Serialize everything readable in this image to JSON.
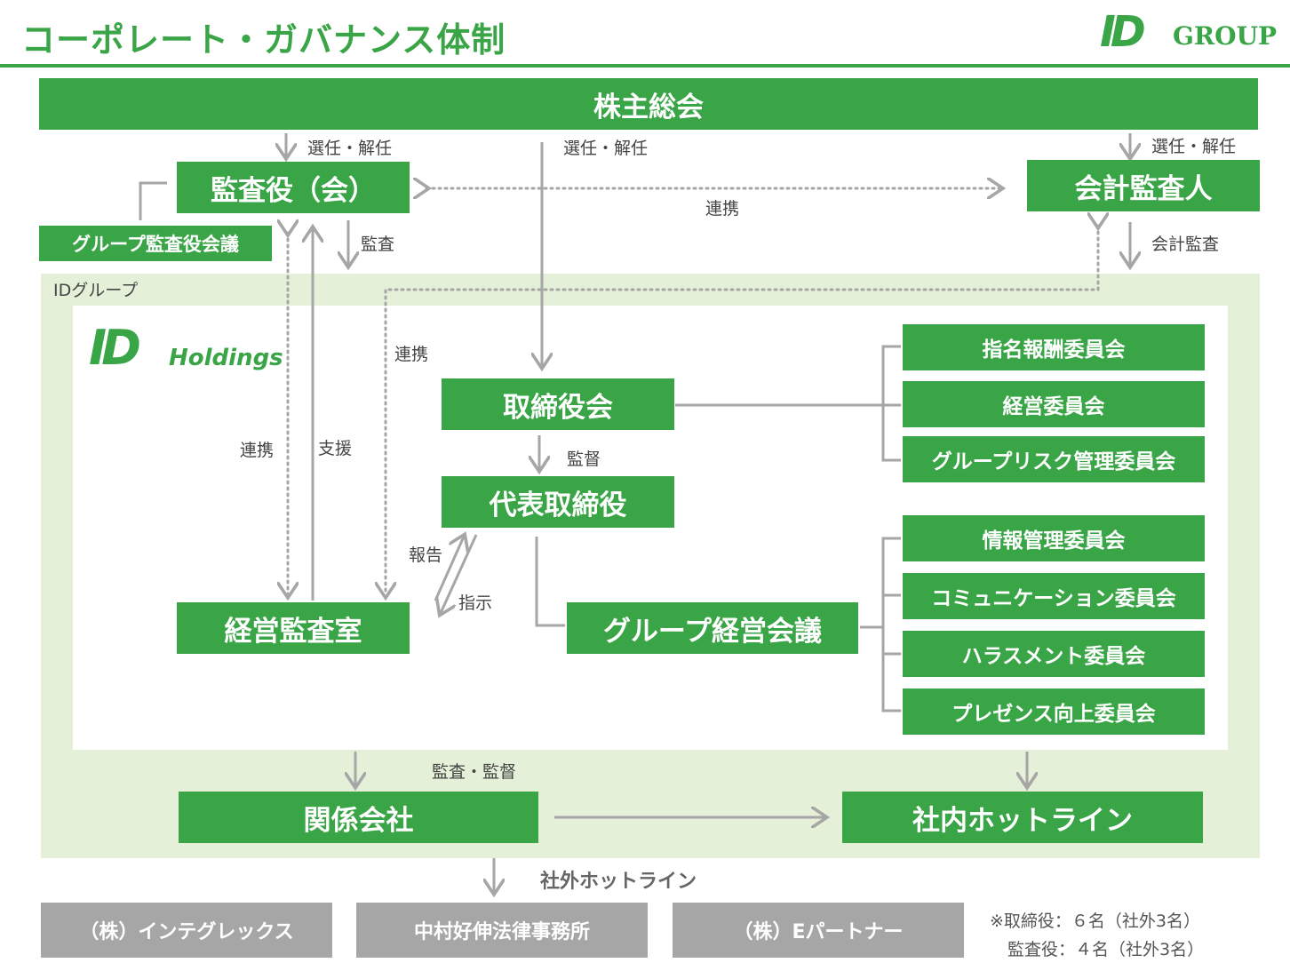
{
  "header": {
    "title": "コーポレート・ガバナンス体制",
    "logo_id": "ID",
    "logo_group": "GROUP"
  },
  "colors": {
    "brand_green": "#3aa547",
    "panel_light_green": "#e4f0d8",
    "external_gray": "#a6a6a6",
    "connector_gray": "#a6a6a6"
  },
  "nodes": {
    "shareholders_meeting": "株主総会",
    "audit_board": "監査役（会）",
    "accounting_auditor": "会計監査人",
    "group_auditor_meeting": "グループ監査役会議",
    "board_of_directors": "取締役会",
    "representative_director": "代表取締役",
    "internal_audit_office": "経営監査室",
    "group_management_meeting": "グループ経営会議",
    "affiliated_companies": "関係会社",
    "internal_hotline": "社内ホットライン"
  },
  "committees_board": [
    "指名報酬委員会",
    "経営委員会",
    "グループリスク管理委員会"
  ],
  "committees_management": [
    "情報管理委員会",
    "コミュニケーション委員会",
    "ハラスメント委員会",
    "プレゼンス向上委員会"
  ],
  "groups": {
    "id_group": "IDグループ",
    "holdings_id": "ID",
    "holdings_text": "Holdings"
  },
  "edge_labels": {
    "elect_dismiss_left": "選任・解任",
    "elect_dismiss_center": "選任・解任",
    "elect_dismiss_right": "選任・解任",
    "cooperation_top": "連携",
    "audit": "監査",
    "accounting_audit": "会計監査",
    "cooperation_mid": "連携",
    "cooperation_left": "連携",
    "support": "支援",
    "supervision": "監督",
    "report": "報告",
    "instruction": "指示",
    "audit_supervision": "監査・監督",
    "external_hotline": "社外ホットライン"
  },
  "external_hotlines": [
    "（株）インテグレックス",
    "中村好伸法律事務所",
    "（株）Eパートナー"
  ],
  "notes": {
    "directors": "※取締役：６名（社外3名）",
    "auditors": "監査役：４名（社外3名）"
  }
}
